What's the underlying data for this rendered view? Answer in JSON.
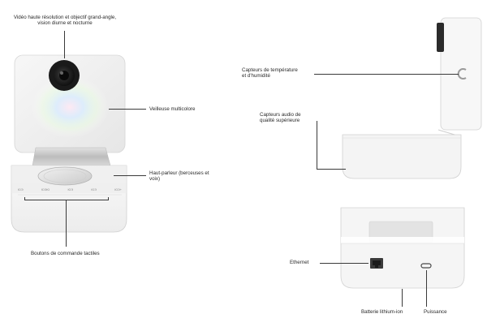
{
  "labels": {
    "video": "Vidéo haute résolution et objectif grand-angle,",
    "video_2": "vision diurne et nocturne",
    "nightlight": "Veilleuse multicolore",
    "speaker": "Haut-parleur (berceuses et",
    "speaker_2": "voix)",
    "touch_buttons": "Boutons de commande tactiles",
    "temp_sensors": "Capteurs de température",
    "temp_sensors_2": "et d'humidité",
    "audio_sensors": "Capteurs audio de",
    "audio_sensors_2": "qualité supérieure",
    "ethernet": "Ethernet",
    "battery": "Batterie lithium-ion",
    "power": "Puissance"
  },
  "button_labels": [
    "ЮЭ",
    "ЮЭЮ",
    "ЮЭ",
    "ЮЭ",
    "ЮЭ+"
  ]
}
